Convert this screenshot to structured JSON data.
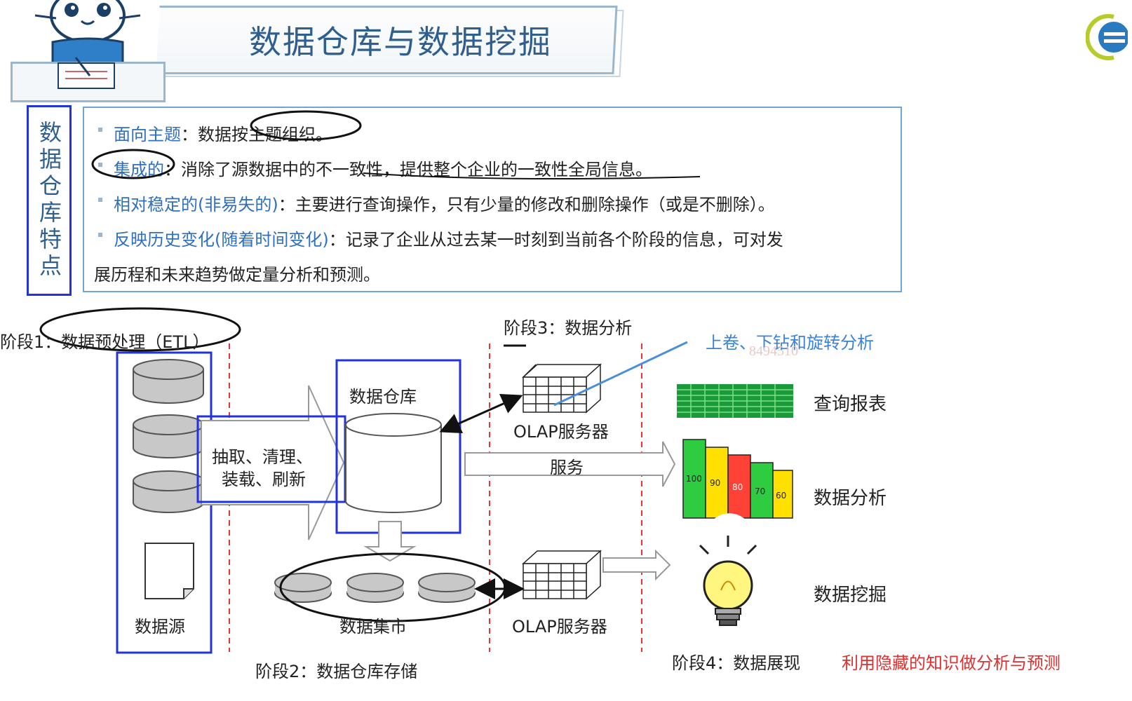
{
  "slide": {
    "title": "数据仓库与数据挖掘",
    "side_label": "数据仓库特点"
  },
  "features": [
    {
      "key": "面向主题",
      "sep": "：",
      "text": "数据按主题组织。"
    },
    {
      "key": "集成的",
      "sep": "：",
      "text": "消除了源数据中的不一致性，提供整个企业的一致性全局信息。"
    },
    {
      "key": "相对稳定的(非易失的)",
      "sep": "：",
      "text": "主要进行查询操作，只有少量的修改和删除操作（或是不删除）。"
    },
    {
      "key": "反映历史变化(随着时间变化)",
      "sep": "：",
      "text": "记录了企业从过去某一时刻到当前各个阶段的信息，可对发"
    }
  ],
  "features_continuation": "展历程和未来趋势做定量分析和预测。",
  "diagram": {
    "stage1": "阶段1：数据预处理（ETL）",
    "stage2": "阶段2：数据仓库存储",
    "stage3": "阶段3：数据分析",
    "stage4": "阶段4：数据展现",
    "data_source": "数据源",
    "etl_line1": "抽取、清理、",
    "etl_line2": "装载、刷新",
    "warehouse": "数据仓库",
    "data_mart": "数据集市",
    "olap1": "OLAP服务器",
    "olap2": "OLAP服务器",
    "service": "服务",
    "rollup": "上卷、下钻和旋转分析",
    "query_report": "查询报表",
    "data_analysis": "数据分析",
    "data_mining": "数据挖掘",
    "hidden_knowledge": "利用隐藏的知识做分析与预测",
    "watermark": "8494510",
    "bar_values": [
      "100",
      "90",
      "80",
      "70",
      "60"
    ]
  },
  "colors": {
    "title": "#2f5f8f",
    "box_border": "#2233dd",
    "feature_key": "#2f6fbf",
    "red_note": "#e03030",
    "blue_note": "#3b82d8"
  }
}
